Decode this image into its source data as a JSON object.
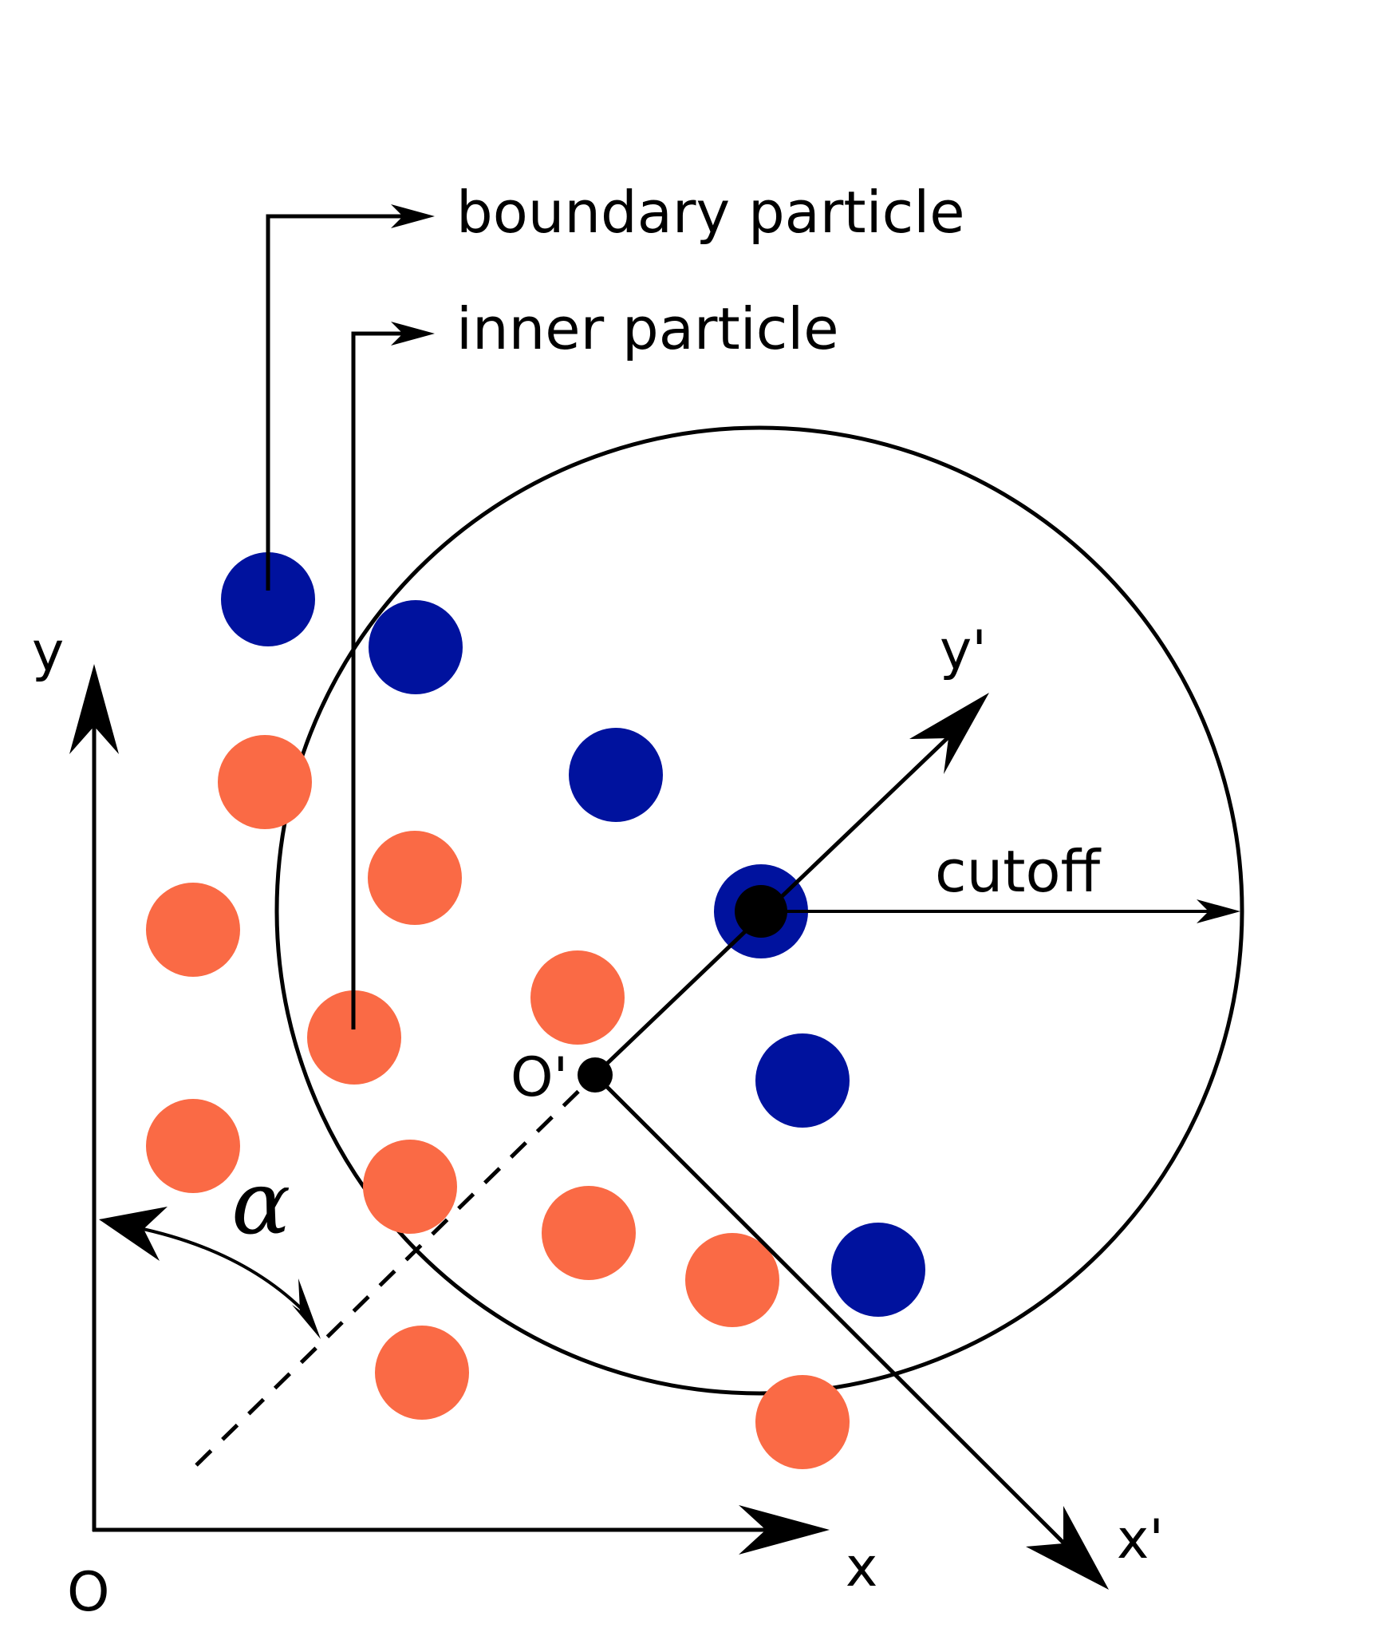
{
  "labels": {
    "boundary": "boundary particle",
    "inner": "inner particle",
    "cutoff": "cutoff",
    "y_axis": "y",
    "x_axis": "x",
    "origin": "O",
    "y_prime": "y'",
    "x_prime": "x'",
    "origin_prime": "O'",
    "alpha": "α"
  },
  "colors": {
    "boundary_particle": "#00129E",
    "inner_particle": "#FA6A45",
    "stroke": "#000000"
  }
}
